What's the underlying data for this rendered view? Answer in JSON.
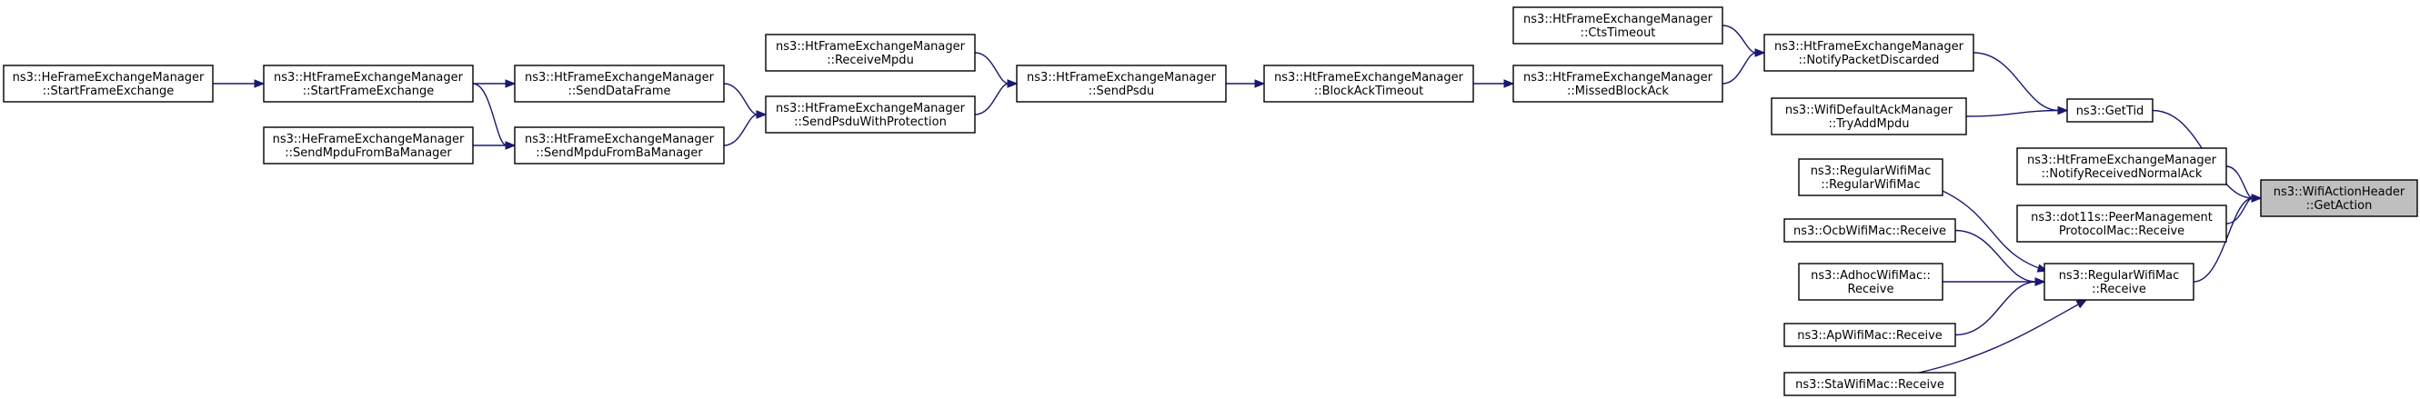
{
  "graph": {
    "nodes": [
      {
        "id": "n0",
        "lines": [
          "ns3::WifiActionHeader",
          "::GetAction"
        ],
        "root": true
      },
      {
        "id": "n1",
        "lines": [
          "ns3::GetTid"
        ]
      },
      {
        "id": "n2",
        "lines": [
          "ns3::HtFrameExchangeManager",
          "::NotifyPacketDiscarded"
        ]
      },
      {
        "id": "n3",
        "lines": [
          "ns3::HtFrameExchangeManager",
          "::CtsTimeout"
        ]
      },
      {
        "id": "n4",
        "lines": [
          "ns3::HtFrameExchangeManager",
          "::MissedBlockAck"
        ]
      },
      {
        "id": "n5",
        "lines": [
          "ns3::HtFrameExchangeManager",
          "::BlockAckTimeout"
        ]
      },
      {
        "id": "n6",
        "lines": [
          "ns3::HtFrameExchangeManager",
          "::SendPsdu"
        ]
      },
      {
        "id": "n7",
        "lines": [
          "ns3::HtFrameExchangeManager",
          "::ReceiveMpdu"
        ]
      },
      {
        "id": "n8",
        "lines": [
          "ns3::HtFrameExchangeManager",
          "::SendPsduWithProtection"
        ]
      },
      {
        "id": "n9",
        "lines": [
          "ns3::HtFrameExchangeManager",
          "::SendDataFrame"
        ]
      },
      {
        "id": "n10",
        "lines": [
          "ns3::HtFrameExchangeManager",
          "::SendMpduFromBaManager"
        ]
      },
      {
        "id": "n11",
        "lines": [
          "ns3::HtFrameExchangeManager",
          "::StartFrameExchange"
        ]
      },
      {
        "id": "n12",
        "lines": [
          "ns3::HeFrameExchangeManager",
          "::StartFrameExchange"
        ]
      },
      {
        "id": "n13",
        "lines": [
          "ns3::HeFrameExchangeManager",
          "::SendMpduFromBaManager"
        ]
      },
      {
        "id": "n14",
        "lines": [
          "ns3::WifiDefaultAckManager",
          "::TryAddMpdu"
        ]
      },
      {
        "id": "n15",
        "lines": [
          "ns3::HtFrameExchangeManager",
          "::NotifyReceivedNormalAck"
        ]
      },
      {
        "id": "n16",
        "lines": [
          "ns3::dot11s::PeerManagement",
          "ProtocolMac::Receive"
        ]
      },
      {
        "id": "n17",
        "lines": [
          "ns3::RegularWifiMac",
          "::Receive"
        ]
      },
      {
        "id": "n18",
        "lines": [
          "ns3::RegularWifiMac",
          "::RegularWifiMac"
        ]
      },
      {
        "id": "n19",
        "lines": [
          "ns3::OcbWifiMac::Receive"
        ]
      },
      {
        "id": "n20",
        "lines": [
          "ns3::AdhocWifiMac::",
          "Receive"
        ]
      },
      {
        "id": "n21",
        "lines": [
          "ns3::ApWifiMac::Receive"
        ]
      },
      {
        "id": "n22",
        "lines": [
          "ns3::StaWifiMac::Receive"
        ]
      }
    ],
    "edges": [
      {
        "from": "n1",
        "to": "n0"
      },
      {
        "from": "n2",
        "to": "n1"
      },
      {
        "from": "n3",
        "to": "n2"
      },
      {
        "from": "n4",
        "to": "n2"
      },
      {
        "from": "n5",
        "to": "n4"
      },
      {
        "from": "n6",
        "to": "n5"
      },
      {
        "from": "n7",
        "to": "n6"
      },
      {
        "from": "n8",
        "to": "n6"
      },
      {
        "from": "n9",
        "to": "n8"
      },
      {
        "from": "n10",
        "to": "n8"
      },
      {
        "from": "n11",
        "to": "n9"
      },
      {
        "from": "n11",
        "to": "n10"
      },
      {
        "from": "n12",
        "to": "n11"
      },
      {
        "from": "n13",
        "to": "n10"
      },
      {
        "from": "n14",
        "to": "n1"
      },
      {
        "from": "n15",
        "to": "n0"
      },
      {
        "from": "n16",
        "to": "n0"
      },
      {
        "from": "n17",
        "to": "n0"
      },
      {
        "from": "n18",
        "to": "n17"
      },
      {
        "from": "n19",
        "to": "n17"
      },
      {
        "from": "n20",
        "to": "n17"
      },
      {
        "from": "n21",
        "to": "n17"
      },
      {
        "from": "n22",
        "to": "n17"
      }
    ]
  }
}
